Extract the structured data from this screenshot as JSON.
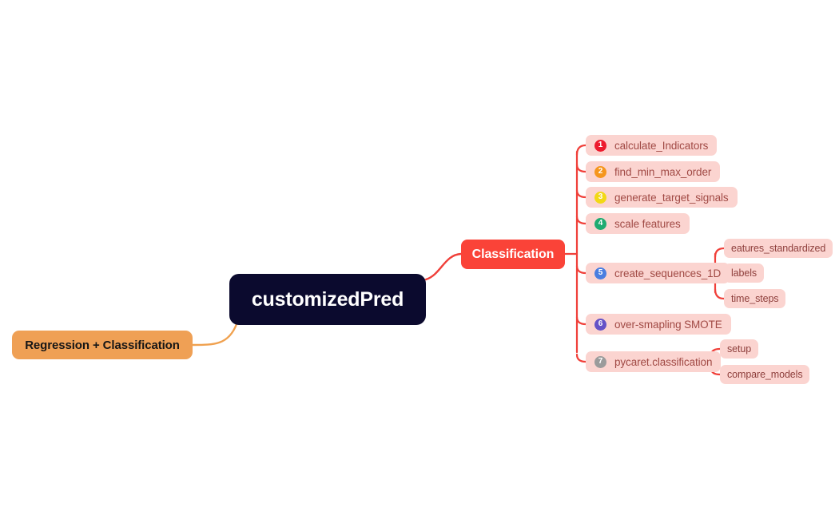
{
  "diagram": {
    "type": "mind-map",
    "background": "#ffffff",
    "root": {
      "label": "customizedPred",
      "bg": "#0b0a2e",
      "text_color": "#ffffff"
    },
    "branches": [
      {
        "label": "Regression + Classification",
        "bg": "#efa055",
        "text_color": "#161616",
        "edge_color": "#f0a14f",
        "side": "left"
      },
      {
        "label": "Classification",
        "bg": "#fa4338",
        "text_color": "#ffffff",
        "edge_color": "#f0403a",
        "side": "right",
        "items": [
          {
            "number": "1",
            "badge_color": "#ed1b2e",
            "label": "calculate_Indicators",
            "children": []
          },
          {
            "number": "2",
            "badge_color": "#f5961e",
            "label": "find_min_max_order",
            "children": []
          },
          {
            "number": "3",
            "badge_color": "#f2d816",
            "label": "generate_target_signals",
            "children": []
          },
          {
            "number": "4",
            "badge_color": "#1fab71",
            "label": "scale features",
            "children": []
          },
          {
            "number": "5",
            "badge_color": "#4a7ee0",
            "label": "create_sequences_1D",
            "children": [
              "eatures_standardized",
              "labels",
              "time_steps"
            ]
          },
          {
            "number": "6",
            "badge_color": "#6552c7",
            "label": "over-smapling SMOTE",
            "children": []
          },
          {
            "number": "7",
            "badge_color": "#9b9b9b",
            "label": "pycaret.classification",
            "children": [
              "setup",
              "compare_models"
            ]
          }
        ]
      }
    ]
  }
}
